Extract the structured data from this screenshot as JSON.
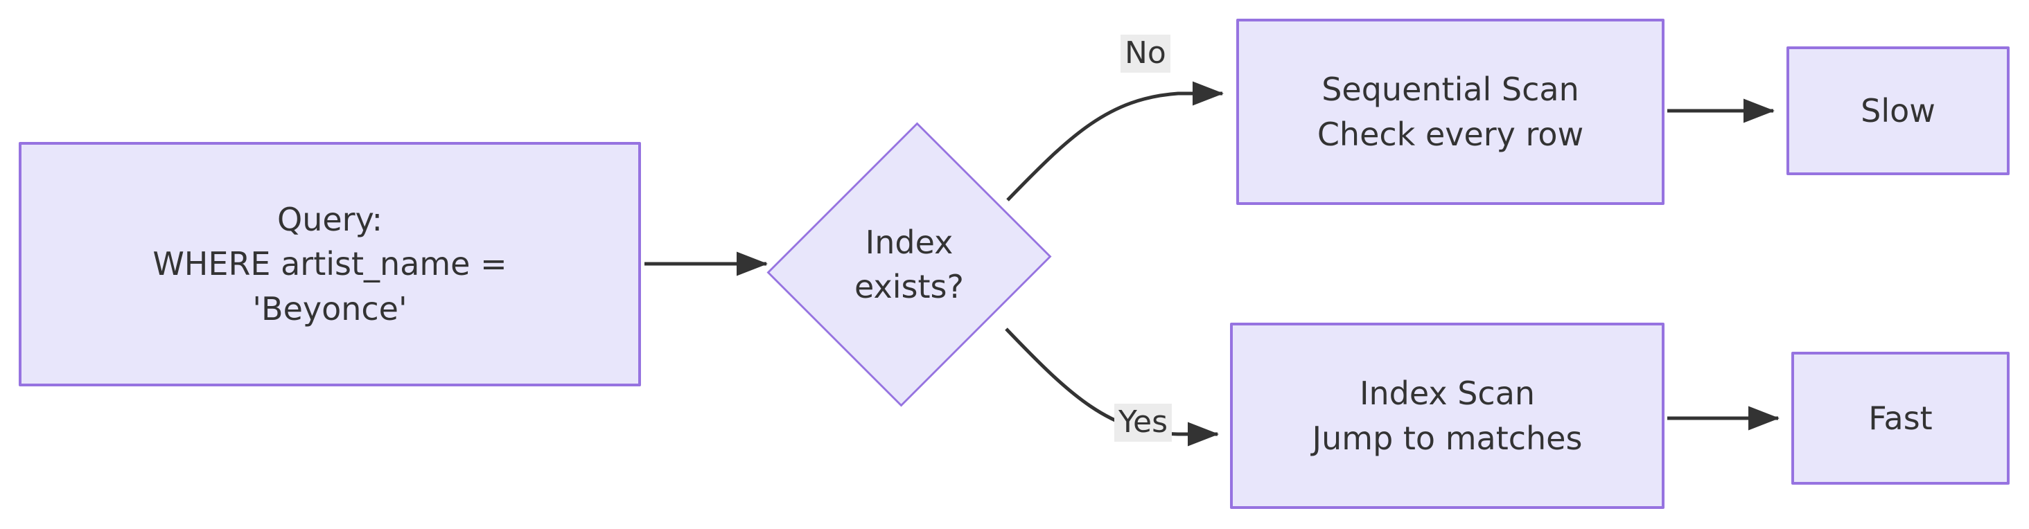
{
  "diagram": {
    "title": "Query index decision flowchart",
    "type": "flowchart",
    "orientation": "left-to-right",
    "colors": {
      "node_fill": "#e8e6fb",
      "node_border": "#9673e0",
      "edge": "#333333",
      "text": "#333333",
      "label_background": "#ececec",
      "canvas_background": "#ffffff"
    },
    "nodes": [
      {
        "id": "query",
        "shape": "rectangle",
        "lines": [
          "Query:",
          "WHERE artist_name =",
          "'Beyonce'"
        ]
      },
      {
        "id": "decision",
        "shape": "diamond",
        "lines": [
          "Index",
          "exists?"
        ]
      },
      {
        "id": "seqscan",
        "shape": "rectangle",
        "lines": [
          "Sequential Scan",
          "Check every row"
        ]
      },
      {
        "id": "slow",
        "shape": "rectangle",
        "lines": [
          "Slow"
        ]
      },
      {
        "id": "idxscan",
        "shape": "rectangle",
        "lines": [
          "Index Scan",
          "Jump to matches"
        ]
      },
      {
        "id": "fast",
        "shape": "rectangle",
        "lines": [
          "Fast"
        ]
      }
    ],
    "edges": [
      {
        "from": "query",
        "to": "decision",
        "label": ""
      },
      {
        "from": "decision",
        "to": "seqscan",
        "label": "No"
      },
      {
        "from": "decision",
        "to": "idxscan",
        "label": "Yes"
      },
      {
        "from": "seqscan",
        "to": "slow",
        "label": ""
      },
      {
        "from": "idxscan",
        "to": "fast",
        "label": ""
      }
    ],
    "edge_labels": {
      "no": "No",
      "yes": "Yes"
    }
  }
}
